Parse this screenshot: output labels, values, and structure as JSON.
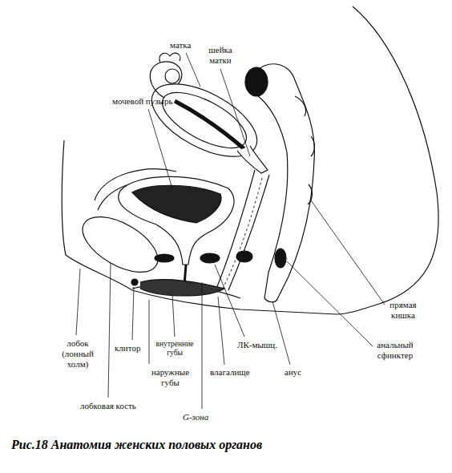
{
  "diagram": {
    "caption": "Рис.18 Анатомия женских половых органов",
    "labels": [
      "матка",
      "шейка матки",
      "мочевой пузырь",
      "прямая кишка",
      "анальный сфинктер",
      "лобок (лонный холм)",
      "клитор",
      "внутренние губы",
      "ЛК-мышц.",
      "наружные губы",
      "влагалище",
      "анус",
      "лобковая кость",
      "G-зона"
    ]
  }
}
